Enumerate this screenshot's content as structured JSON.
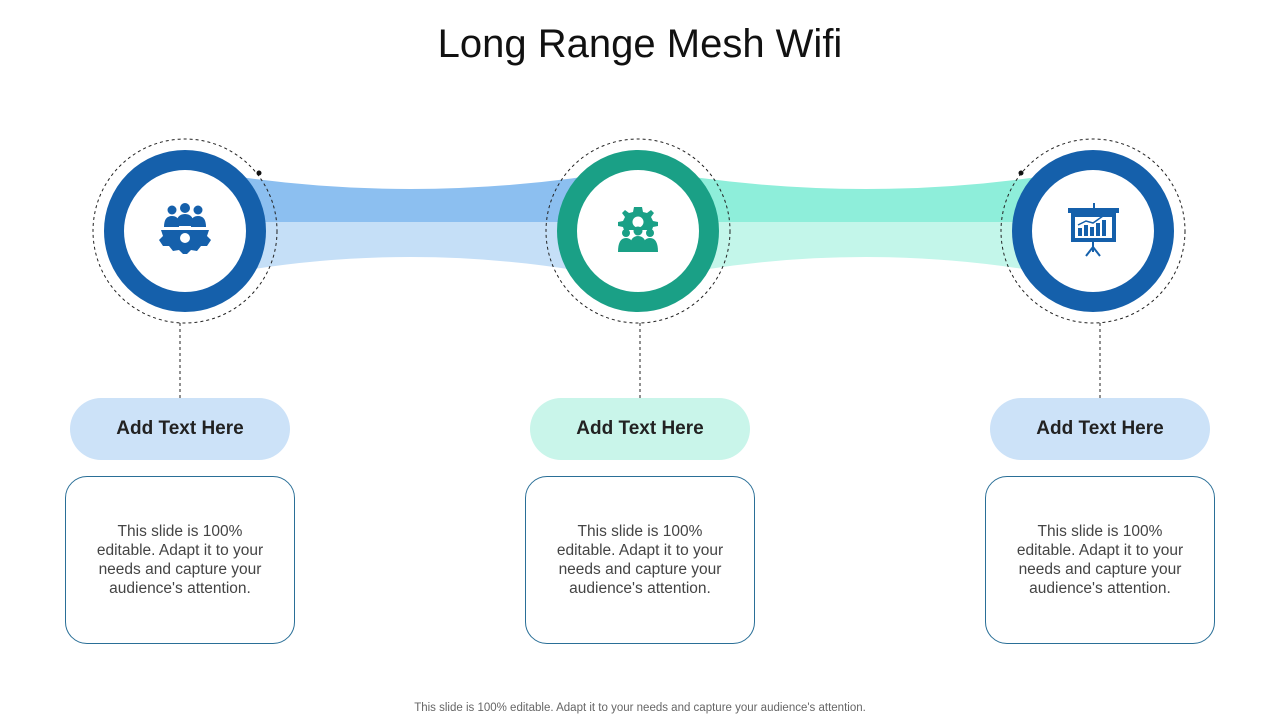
{
  "title": "Long Range Mesh Wifi",
  "footer": "This slide is 100% editable. Adapt it to your needs and capture your audience's attention.",
  "colors": {
    "blue_ring": "#1560ab",
    "green_ring": "#1aa086",
    "blue_band_dark": "#8cbff0",
    "blue_band_light": "#c5dff7",
    "teal_band_dark": "#8eeeda",
    "teal_band_light": "#c3f6ea",
    "pill_blue": "#cce2f8",
    "pill_teal": "#c9f5ea"
  },
  "nodes": [
    {
      "icon": "team-gear-icon",
      "heading": "Add Text Here",
      "body": "This slide is 100% editable. Adapt it to your needs and capture your audience's attention."
    },
    {
      "icon": "gear-team-icon",
      "heading": "Add Text Here",
      "body": "This slide is 100% editable. Adapt it to your needs and capture your audience's attention."
    },
    {
      "icon": "presentation-board-icon",
      "heading": "Add Text Here",
      "body": "This slide is 100% editable. Adapt it to your needs and capture your audience's attention."
    }
  ]
}
